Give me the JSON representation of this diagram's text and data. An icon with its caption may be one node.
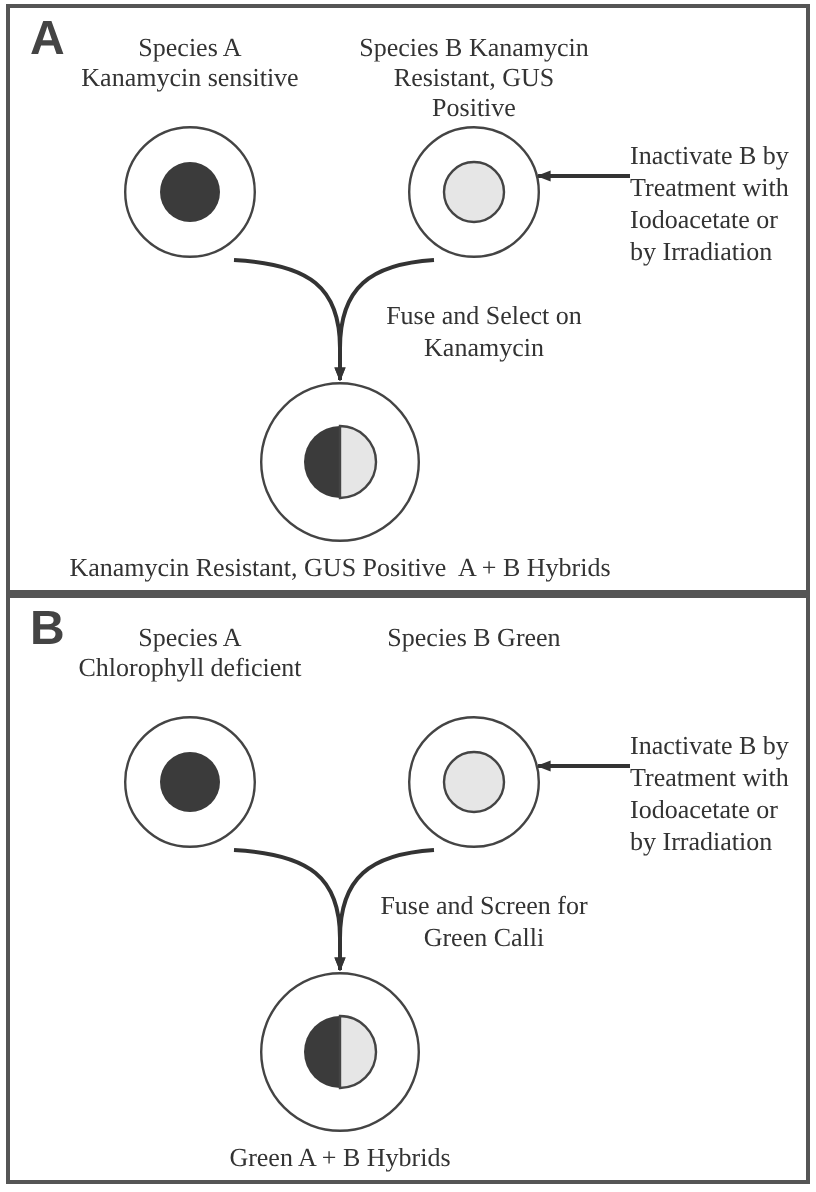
{
  "diagram": {
    "nodes": [
      {
        "text": [
          "A"
        ]
      },
      {
        "text": [
          "Species A Kanamycin sensitive"
        ],
        "in": 0
      },
      {
        "text": [
          "Species B Kanamycin Resistant, GUS Positive"
        ],
        "in": 0
      },
      {
        "text": [
          "Inactivate B by Treatment with Iodoacetate or by Irradiation"
        ],
        "in": 0
      },
      {
        "text": [
          "Kanamycin Resistant, GUS Positive  A + B Hybrids"
        ],
        "in": 0
      },
      {
        "text": [
          "B"
        ]
      },
      {
        "text": [
          "Species A Chlorophyll deficient"
        ],
        "in": 5
      },
      {
        "text": [
          "Species B Green"
        ],
        "in": 5
      },
      {
        "text": [
          "Inactivate B by Treatment with Iodoacetate or by Irradiation"
        ],
        "in": 5
      },
      {
        "text": [
          "Green A + B Hybrids"
        ],
        "in": 5
      }
    ],
    "edges": [
      {
        "from": 3,
        "to": 2,
        "arrow": "to"
      },
      {
        "from": 1,
        "to": 4,
        "arrow": "to",
        "label": "Fuse and Select on Kanamycin"
      },
      {
        "from": 2,
        "to": 4,
        "arrow": "to"
      },
      {
        "from": 8,
        "to": 7,
        "arrow": "to"
      },
      {
        "from": 6,
        "to": 9,
        "arrow": "to",
        "label": "Fuse and Screen for Green Calli"
      },
      {
        "from": 7,
        "to": 9,
        "arrow": "to"
      }
    ]
  }
}
